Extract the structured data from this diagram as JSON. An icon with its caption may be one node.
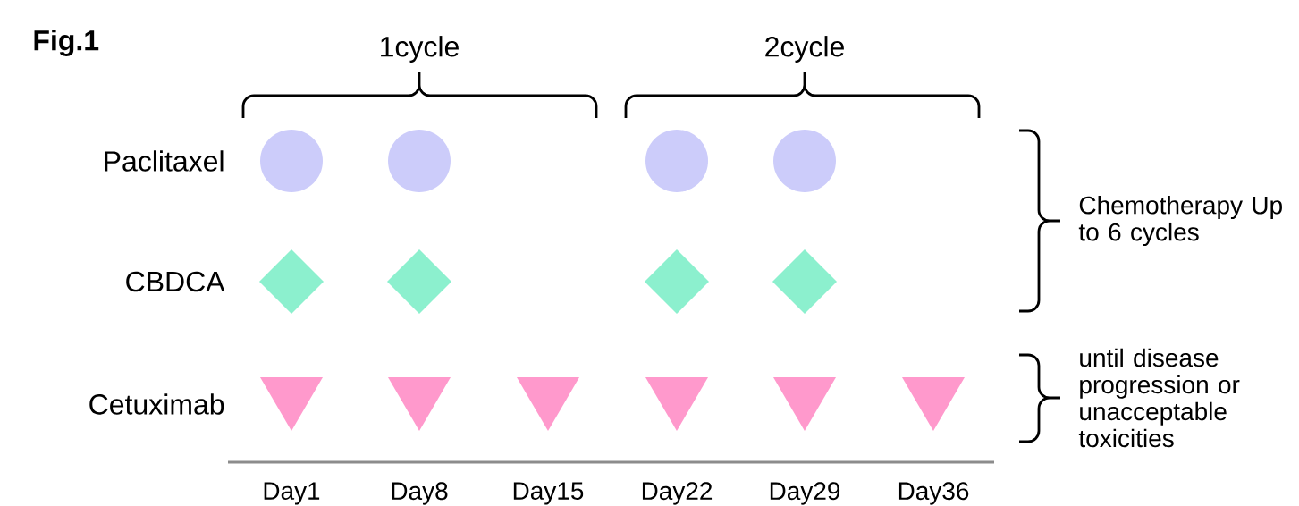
{
  "diagram": {
    "title": "Fig.1",
    "labels": [
      "1cycle",
      "2cycle",
      "Paclitaxel",
      "Chemotherapy Up to 6 cycles",
      "CBDCA",
      "Cetuximab",
      "until disease progression or unacceptable toxicities",
      "Day1",
      "Day8",
      "Day15",
      "Day22",
      "Day29",
      "Day36"
    ]
  }
}
